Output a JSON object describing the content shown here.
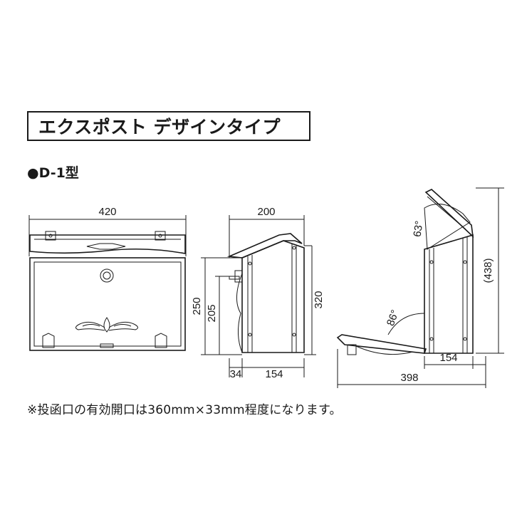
{
  "title": "エクスポスト デザインタイプ",
  "model": "●D-1型",
  "front_view": {
    "width": "420"
  },
  "side_view": {
    "depth": "200",
    "height": "320",
    "height_body": "250",
    "height_slot": "205",
    "front_projection": "34",
    "body_depth": "154"
  },
  "open_view": {
    "lid_angle": "63°",
    "door_angle": "86°",
    "total_height": "(438)",
    "body_depth": "154",
    "total_depth": "398"
  },
  "note": "※投函口の有効開口は360mm×33mm程度になります。"
}
